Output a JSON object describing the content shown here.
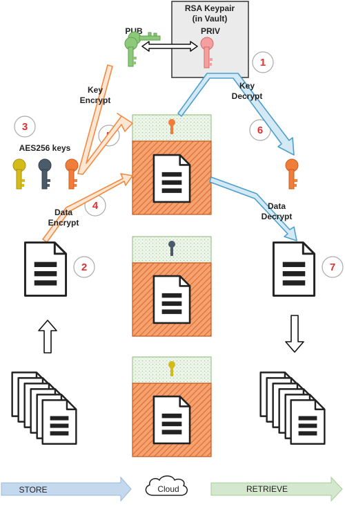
{
  "vault": {
    "title_line1": "RSA Keypair",
    "title_line2": "(in Vault)"
  },
  "keys": {
    "pub_label": "PUB",
    "priv_label": "PRIV",
    "aes_label": "AES256 keys"
  },
  "labels": {
    "key_encrypt_1": "Key",
    "key_encrypt_2": "Encrypt",
    "key_decrypt_1": "Key",
    "key_decrypt_2": "Decrypt",
    "data_encrypt_1": "Data",
    "data_encrypt_2": "Encrypt",
    "data_decrypt_1": "Data",
    "data_decrypt_2": "Decrypt"
  },
  "steps": [
    "1",
    "2",
    "3",
    "4",
    "5",
    "6",
    "7"
  ],
  "footer": {
    "store": "STORE",
    "cloud": "Cloud",
    "retrieve": "RETRIEVE"
  },
  "colors": {
    "orange": "#f07d3a",
    "orange_hatch": "#e3742f",
    "green_box": "#e8f2e2",
    "green_stroke": "#9ac38a",
    "blue": "#4d9fcb",
    "pub_key": "#8cc97a",
    "priv_key": "#f4a0a0",
    "yellow_key": "#d4bb1a",
    "gray_key": "#4c5b6a",
    "badge_red": "#e03030",
    "store_arrow": "#c4d9ee",
    "retrieve_arrow": "#d3e8cc"
  }
}
